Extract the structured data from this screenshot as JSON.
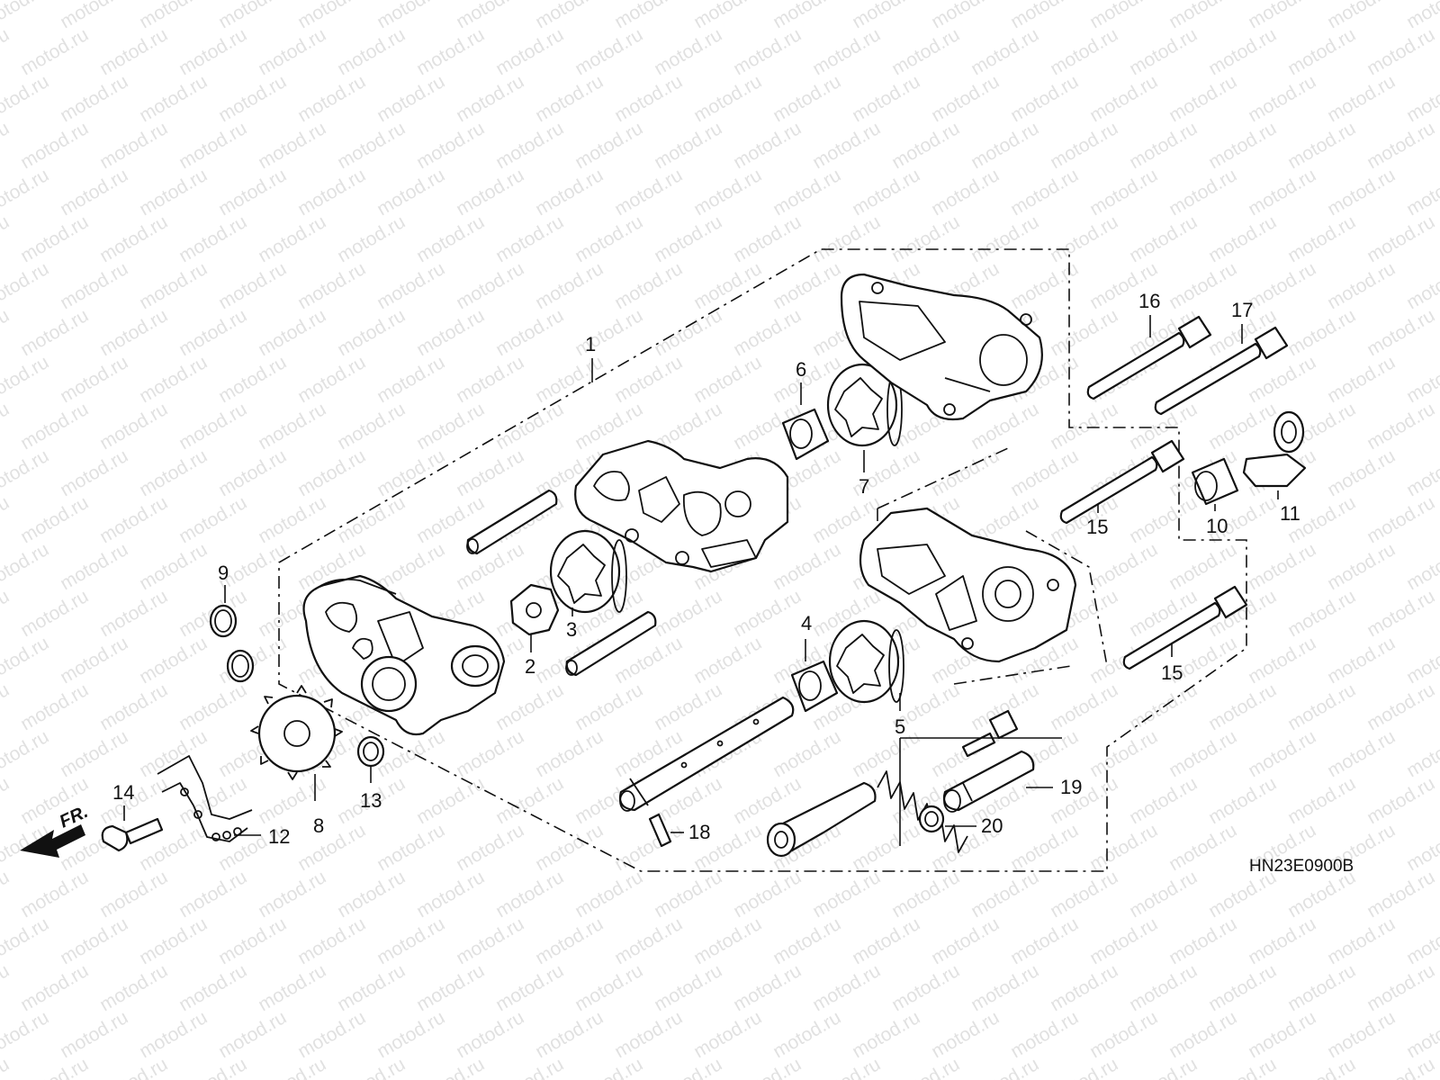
{
  "diagram": {
    "watermark": "motod.ru",
    "drawing_code": "HN23E0900B",
    "front_label": "FR.",
    "callouts": [
      {
        "id": "1",
        "label": "1"
      },
      {
        "id": "2",
        "label": "2"
      },
      {
        "id": "3",
        "label": "3"
      },
      {
        "id": "4",
        "label": "4"
      },
      {
        "id": "5",
        "label": "5"
      },
      {
        "id": "6",
        "label": "6"
      },
      {
        "id": "7",
        "label": "7"
      },
      {
        "id": "8",
        "label": "8"
      },
      {
        "id": "9",
        "label": "9"
      },
      {
        "id": "10",
        "label": "10"
      },
      {
        "id": "11",
        "label": "11"
      },
      {
        "id": "12",
        "label": "12"
      },
      {
        "id": "13",
        "label": "13"
      },
      {
        "id": "14",
        "label": "14"
      },
      {
        "id": "15a",
        "label": "15"
      },
      {
        "id": "15b",
        "label": "15"
      },
      {
        "id": "16",
        "label": "16"
      },
      {
        "id": "17",
        "label": "17"
      },
      {
        "id": "18",
        "label": "18"
      },
      {
        "id": "19",
        "label": "19"
      },
      {
        "id": "20",
        "label": "20"
      }
    ]
  }
}
